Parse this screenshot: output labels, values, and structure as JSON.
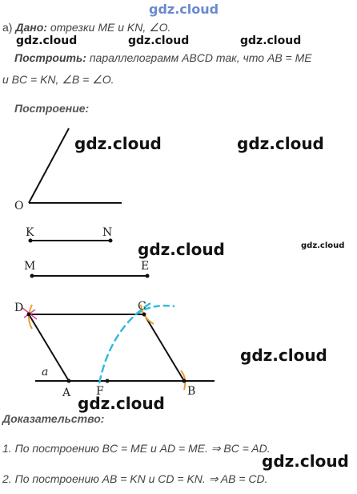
{
  "watermark": "gdz.cloud",
  "task": {
    "part": "а)",
    "given_label": "Дано:",
    "given_text": "отрезки ME и KN, ∠O.",
    "build_label": "Построить:",
    "build_text": "параллелограмм ABCD так, что AB = ME",
    "build_text2": "и BC = KN, ∠B = ∠O."
  },
  "construction_label": "Построение:",
  "points": {
    "O": "O",
    "K": "K",
    "N": "N",
    "M": "M",
    "E": "E",
    "D": "D",
    "C": "C",
    "A": "A",
    "F": "F",
    "B": "B",
    "line_a": "a"
  },
  "proof_label": "Доказательство:",
  "proof_lines": [
    "1. По построению BC = ME и AD = ME. ⇒ BC = AD.",
    "2. По построению AB = KN и CD = KN. ⇒ AB = CD."
  ],
  "colors": {
    "arc_blue": "#33bbdd",
    "arc_orange": "#e8a030",
    "mark_pink": "#e040a0",
    "watermark_top": "#6a8ad0"
  }
}
